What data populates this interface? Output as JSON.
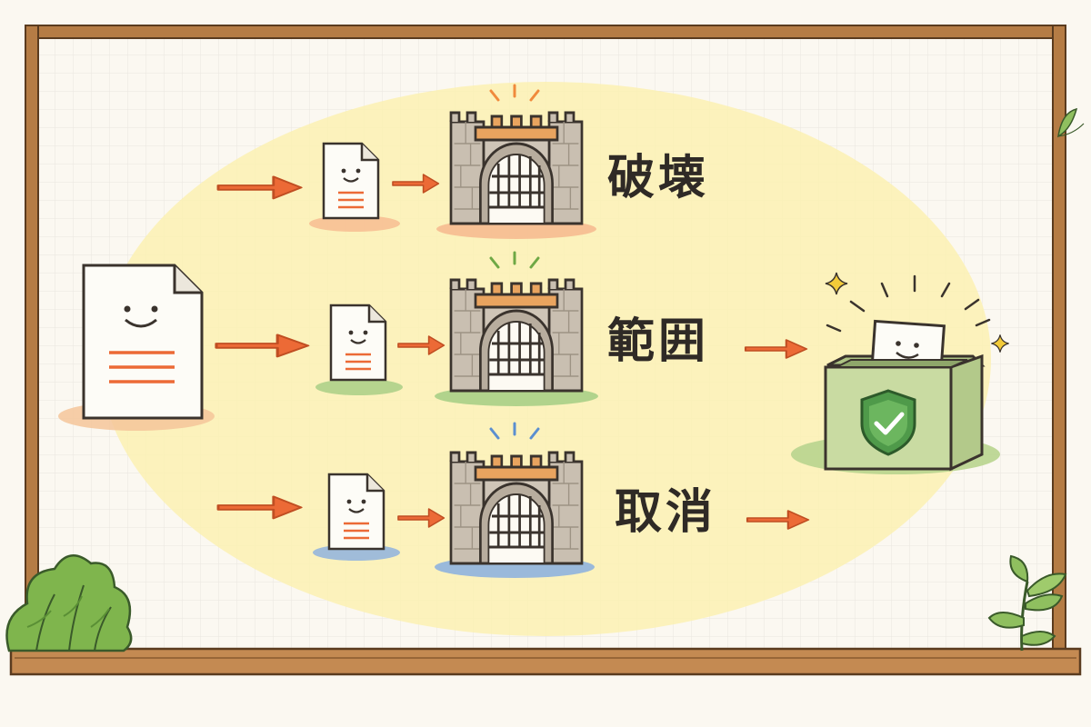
{
  "gates": [
    {
      "label": "破壊",
      "spark_color": "#f08a3c",
      "base_color": "#f6b98e"
    },
    {
      "label": "範囲",
      "spark_color": "#6fa845",
      "base_color": "#a9cf86"
    },
    {
      "label": "取消",
      "spark_color": "#5b8fd0",
      "base_color": "#8fb3de"
    }
  ],
  "colors": {
    "arrow": "#ec6a36",
    "highlight": "#fbf1b3",
    "frame": "#a9713f",
    "stone": "#c9bfb1",
    "box": "#c9dba2",
    "shield": "#4f9a4a"
  },
  "icons": {
    "source": "smiling-document-icon",
    "gate": "castle-gate-icon",
    "destination": "shield-check-box-icon",
    "sparkle": "sparkle-icon",
    "plant": "leafy-plant-icon"
  }
}
